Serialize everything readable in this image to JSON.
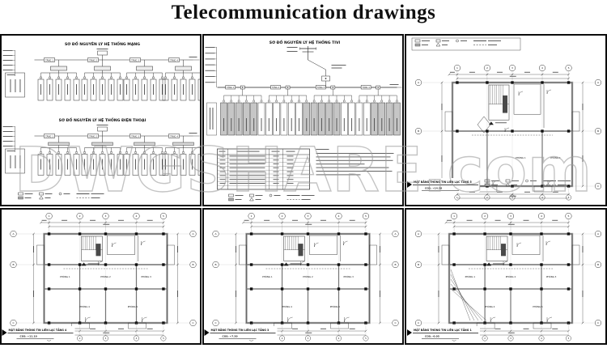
{
  "page": {
    "title": "Telecommunication drawings",
    "watermark": "DWGSHARE.com"
  },
  "colors": {
    "paper": "#ffffff",
    "ink": "#222222",
    "wall_gray": "#9c9c9c",
    "device_gray": "#c6c6c6",
    "watermark_gray": "#9d9d9d"
  },
  "panel_net_phone": {
    "title_lan": "SƠ ĐỒ NGUYÊN LÝ HỆ THỐNG MẠNG",
    "title_phone": "SƠ ĐỒ NGUYÊN LÝ HỆ THỐNG ĐIỆN THOẠI",
    "floors": [
      "TẦNG 1",
      "TẦNG 2",
      "TẦNG 3",
      "TẦNG 4"
    ]
  },
  "panel_tv": {
    "title": "SƠ ĐỒ NGUYÊN LÝ HỆ THỐNG TIVI",
    "floors": [
      "TẦNG 1",
      "TẦNG 2",
      "TẦNG 3",
      "TẦNG 4"
    ]
  },
  "plans": [
    {
      "caption": "MẶT BẰNG THÔNG TIN LIÊN LẠC TẦNG 5",
      "elevation": "COS: +14.50",
      "grid_cols": [
        "1",
        "2",
        "3",
        "4",
        "5"
      ],
      "grid_rows": [
        "A",
        "B",
        "C"
      ],
      "rooms_mid": [
        "PHÒNG 1",
        "PHÒNG 2"
      ],
      "rooms_bottom": []
    },
    {
      "caption": "MẶT BẰNG THÔNG TIN LIÊN LẠC TẦNG 4",
      "elevation": "COS: +11.10",
      "grid_cols": [
        "1",
        "2",
        "3",
        "4",
        "5"
      ],
      "grid_rows": [
        "A",
        "B",
        "C"
      ],
      "rooms_mid": [
        "PHÒNG 1",
        "PHÒNG 2",
        "PHÒNG 3"
      ],
      "rooms_bottom": [
        "PHÒNG 4",
        "PHÒNG 5"
      ]
    },
    {
      "caption": "MẶT BẰNG THÔNG TIN LIÊN LẠC TẦNG 3",
      "elevation": "COS: +7.50",
      "grid_cols": [
        "1",
        "2",
        "3",
        "4",
        "5"
      ],
      "grid_rows": [
        "A",
        "B",
        "C"
      ],
      "rooms_mid": [
        "PHÒNG 1",
        "PHÒNG 2",
        "PHÒNG 3"
      ],
      "rooms_bottom": [
        "PHÒNG 4",
        "PHÒNG 5"
      ]
    },
    {
      "caption": "MẶT BẰNG THÔNG TIN LIÊN LẠC TẦNG 1",
      "elevation": "COS: -0.05",
      "grid_cols": [
        "1",
        "2",
        "3",
        "4",
        "5"
      ],
      "grid_rows": [
        "A",
        "B",
        "C"
      ],
      "rooms_mid": [
        "PHÒNG 1",
        "PHÒNG 2",
        "PHÒNG 3"
      ],
      "rooms_bottom": [
        "PHÒNG 4",
        "PHÒNG 5"
      ]
    }
  ]
}
